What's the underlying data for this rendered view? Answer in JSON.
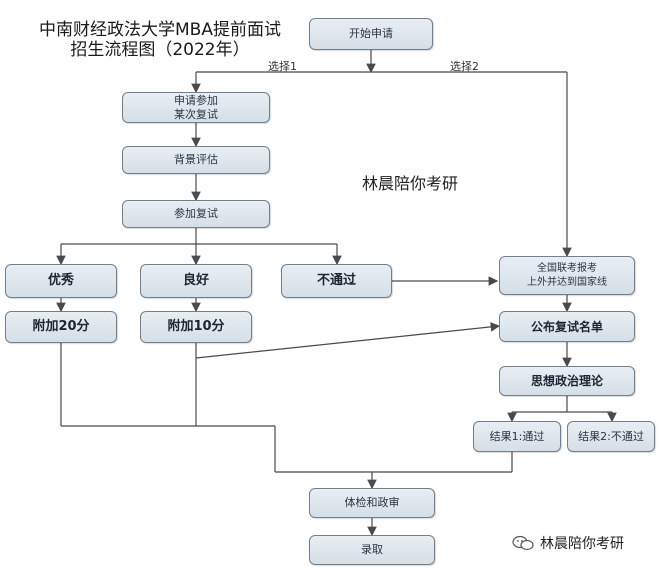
{
  "title": "中南财经政法大学MBA提前面试\n招生流程图（2022年）",
  "watermark_center": "林晨陪你考研",
  "watermark_bottom": "林晨陪你考研",
  "labels": {
    "choice1": "选择1",
    "choice2": "选择2"
  },
  "nodes": {
    "start": "开始申请",
    "apply_retest": "申请参加\n某次复试",
    "background": "背景评估",
    "retest": "参加复试",
    "excellent": "优秀",
    "good": "良好",
    "fail": "不通过",
    "bonus20": "附加20分",
    "bonus10": "附加10分",
    "national_exam": "全国联考报考\n上外并达到国家线",
    "publish_list": "公布复试名单",
    "politics": "思想政治理论",
    "result_pass": "结果1:通过",
    "result_fail": "结果2:不通过",
    "medical": "体检和政审",
    "admit": "录取"
  },
  "colors": {
    "box_fill_top": "#e8eef3",
    "box_fill_bottom": "#d6dfe6",
    "box_border": "#6f7f8c",
    "line": "#4a4a4a"
  }
}
